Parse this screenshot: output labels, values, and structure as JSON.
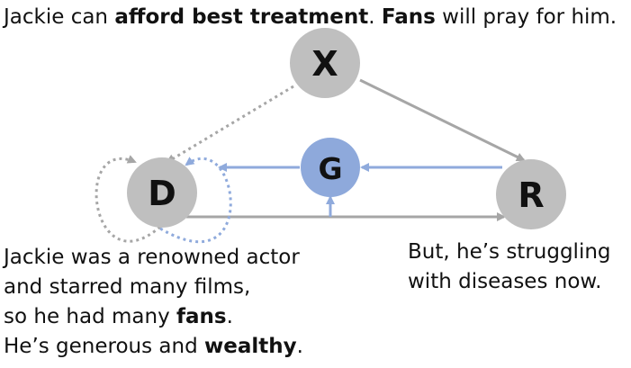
{
  "colors": {
    "node_gray": "#bfbfbf",
    "node_blue": "#8ea9db",
    "edge_gray": "#a6a6a6",
    "edge_blue": "#8faadc",
    "text": "#111111"
  },
  "nodes": {
    "x": "X",
    "d": "D",
    "g": "G",
    "r": "R"
  },
  "top_caption": {
    "p1": "Jackie can ",
    "b1": "afford best treatment",
    "p2": ". ",
    "b2": "Fans",
    "p3": " will pray for him."
  },
  "left_caption": {
    "line1": "Jackie was a renowned actor",
    "line2": "and starred many films,",
    "line3_pre": "so he had many ",
    "line3_bold": "fans",
    "line3_post": ".",
    "line4_pre": "He’s generous and ",
    "line4_bold": "wealthy",
    "line4_post": "."
  },
  "right_caption": {
    "line1": "But, he’s struggling",
    "line2": "with diseases now."
  }
}
